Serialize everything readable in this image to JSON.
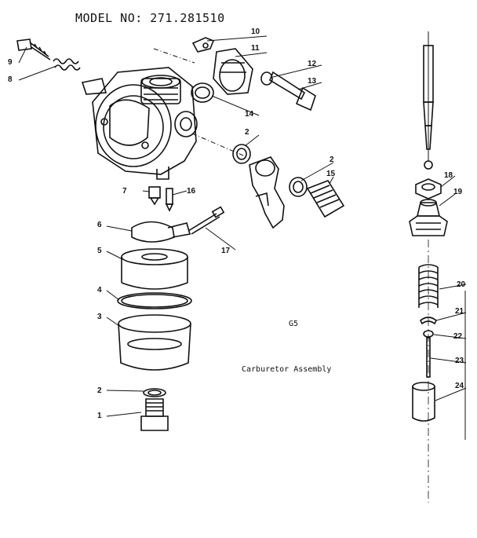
{
  "header": {
    "model_label": "MODEL NO: 271.281510"
  },
  "diagram": {
    "code": "G5",
    "caption": "Carburetor Assembly",
    "callouts": [
      "1",
      "2",
      "3",
      "4",
      "5",
      "6",
      "7",
      "8",
      "9",
      "10",
      "11",
      "12",
      "13",
      "14",
      "2",
      "15",
      "16",
      "17",
      "2",
      "18",
      "19",
      "20",
      "21",
      "22",
      "23",
      "24"
    ]
  },
  "colors": {
    "ink": "#111111",
    "paper": "#ffffff"
  }
}
